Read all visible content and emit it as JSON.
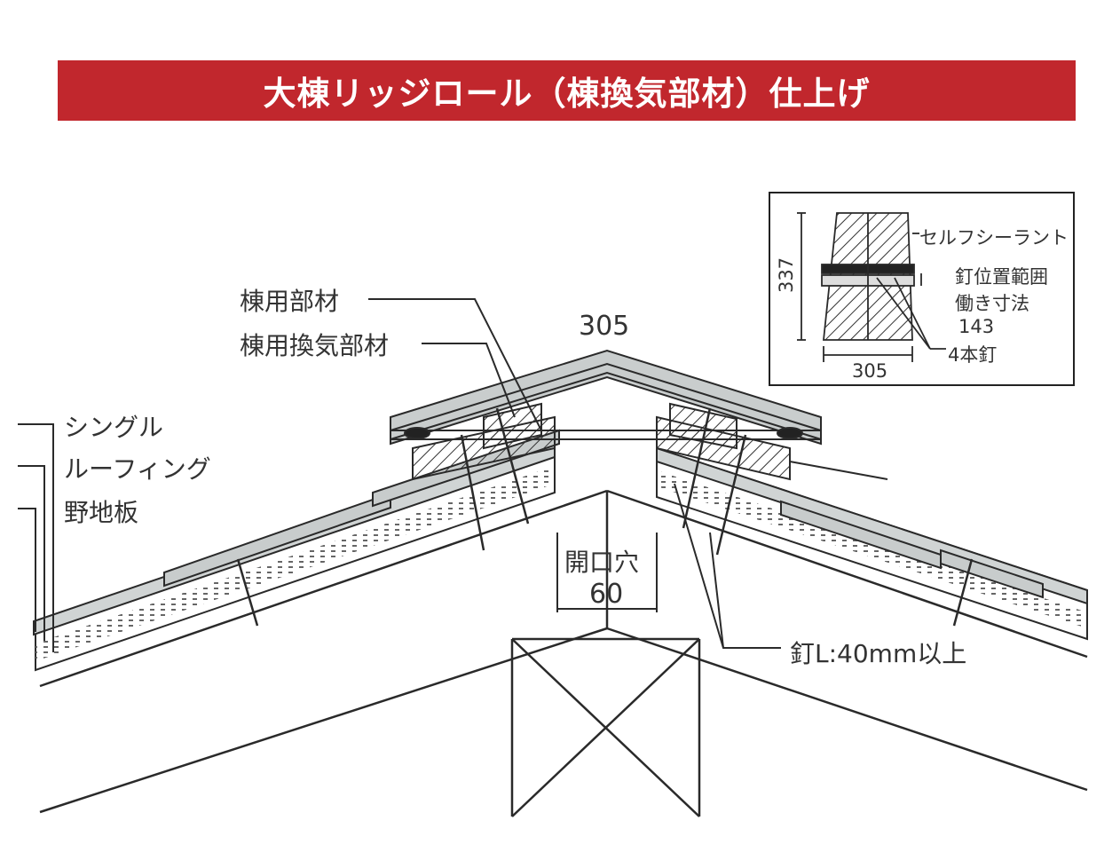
{
  "title": "大棟リッジロール（棟換気部材）仕上げ",
  "labels": {
    "ridge_member": "棟用部材",
    "ridge_vent_member": "棟用換気部材",
    "shingle": "シングル",
    "roofing": "ルーフィング",
    "sheathing": "野地板",
    "opening_hole": "開口穴",
    "opening_width": "60",
    "ridge_width": "305",
    "nail_spec": "釘L:40mm以上"
  },
  "inset": {
    "height_dim": "337",
    "width_dim": "305",
    "self_sealant": "セルフシーラント",
    "nail_range_line1": "釘位置範囲",
    "nail_range_line2": "働き寸法",
    "work_dim": "143",
    "four_nails": "4本釘"
  },
  "colors": {
    "banner": "#c1272d",
    "member_fill": "#b9bfbf",
    "line": "#2a2a2a"
  }
}
